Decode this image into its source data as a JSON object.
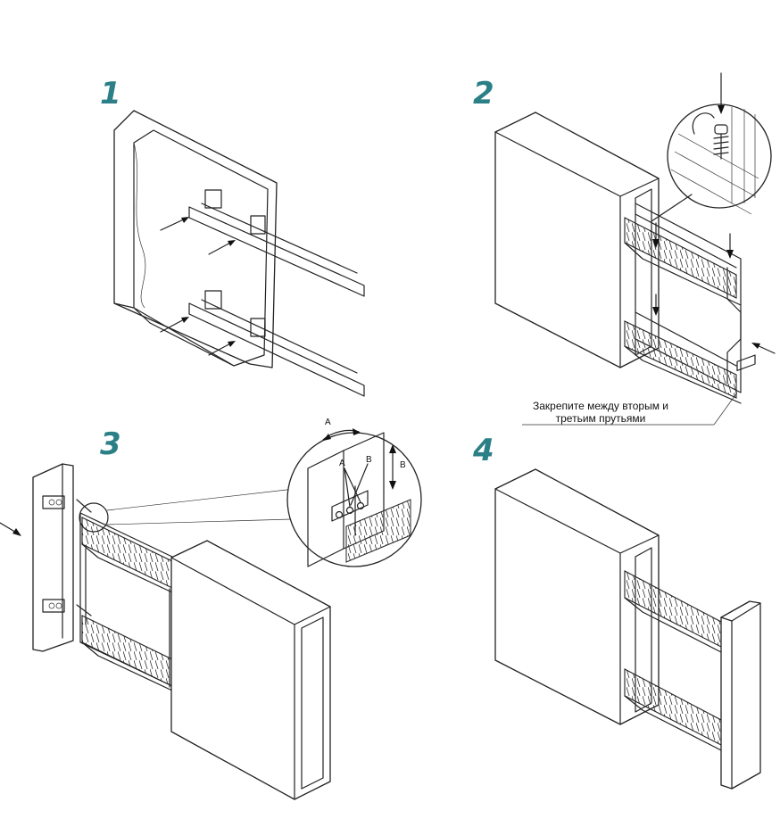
{
  "steps": [
    {
      "number": "1"
    },
    {
      "number": "2"
    },
    {
      "number": "3"
    },
    {
      "number": "4"
    }
  ],
  "step2": {
    "note_line1": "Закрепите между вторым и",
    "note_line2": "третьим прутьями"
  },
  "step3": {
    "label_a_top": "A",
    "label_b_side": "B",
    "label_a_inner": "A",
    "label_b_inner": "B"
  },
  "colors": {
    "step_number": "#2b7f86",
    "line": "#222222"
  }
}
